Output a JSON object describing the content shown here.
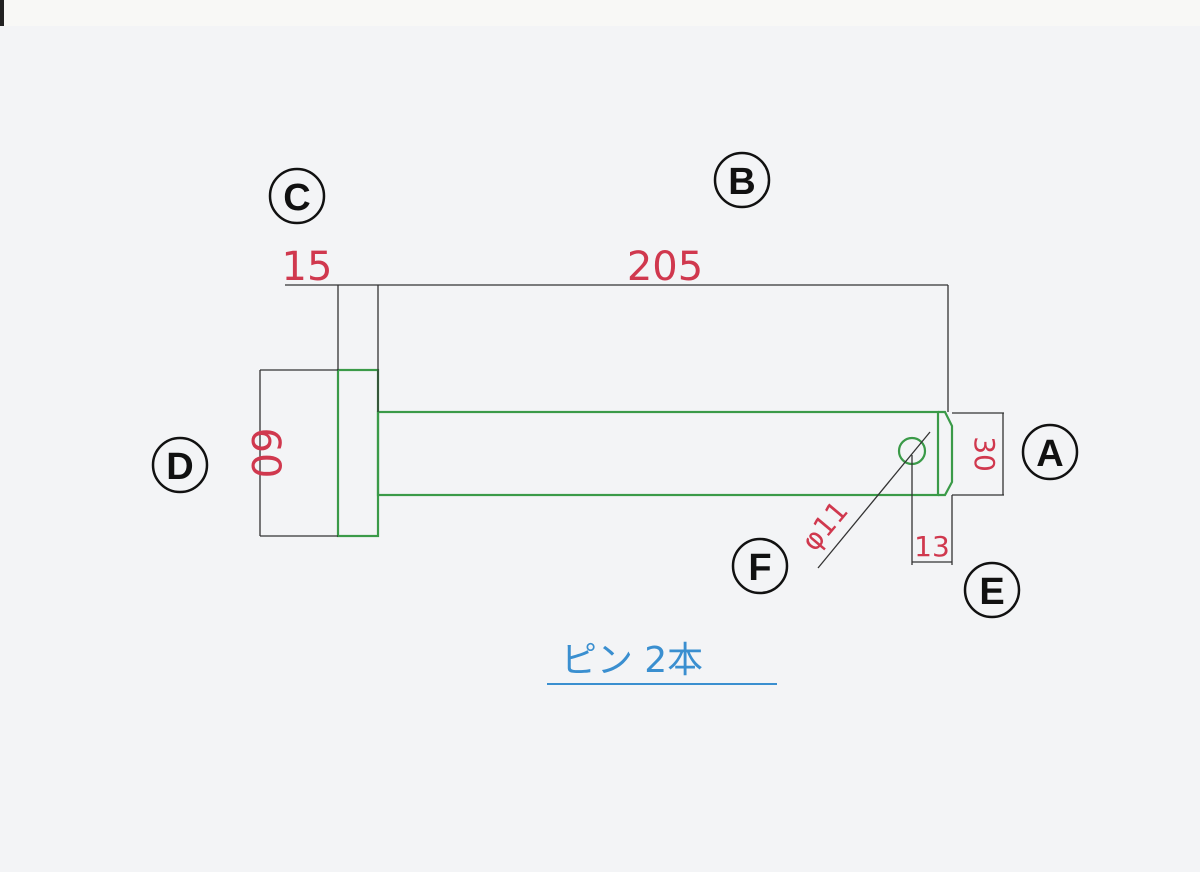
{
  "drawing": {
    "title": "ピン 2本",
    "labels": {
      "A": "A",
      "B": "B",
      "C": "C",
      "D": "D",
      "E": "E",
      "F": "F"
    },
    "dimensions": {
      "head_thickness": "15",
      "shaft_length": "205",
      "head_diameter": "60",
      "shaft_diameter": "30",
      "hole_offset": "13",
      "hole_diameter": "φ11"
    },
    "colors": {
      "part": "#3a9a48",
      "dimension_text": "#d0384e",
      "title": "#3a8fd0",
      "lines": "#333333"
    }
  }
}
